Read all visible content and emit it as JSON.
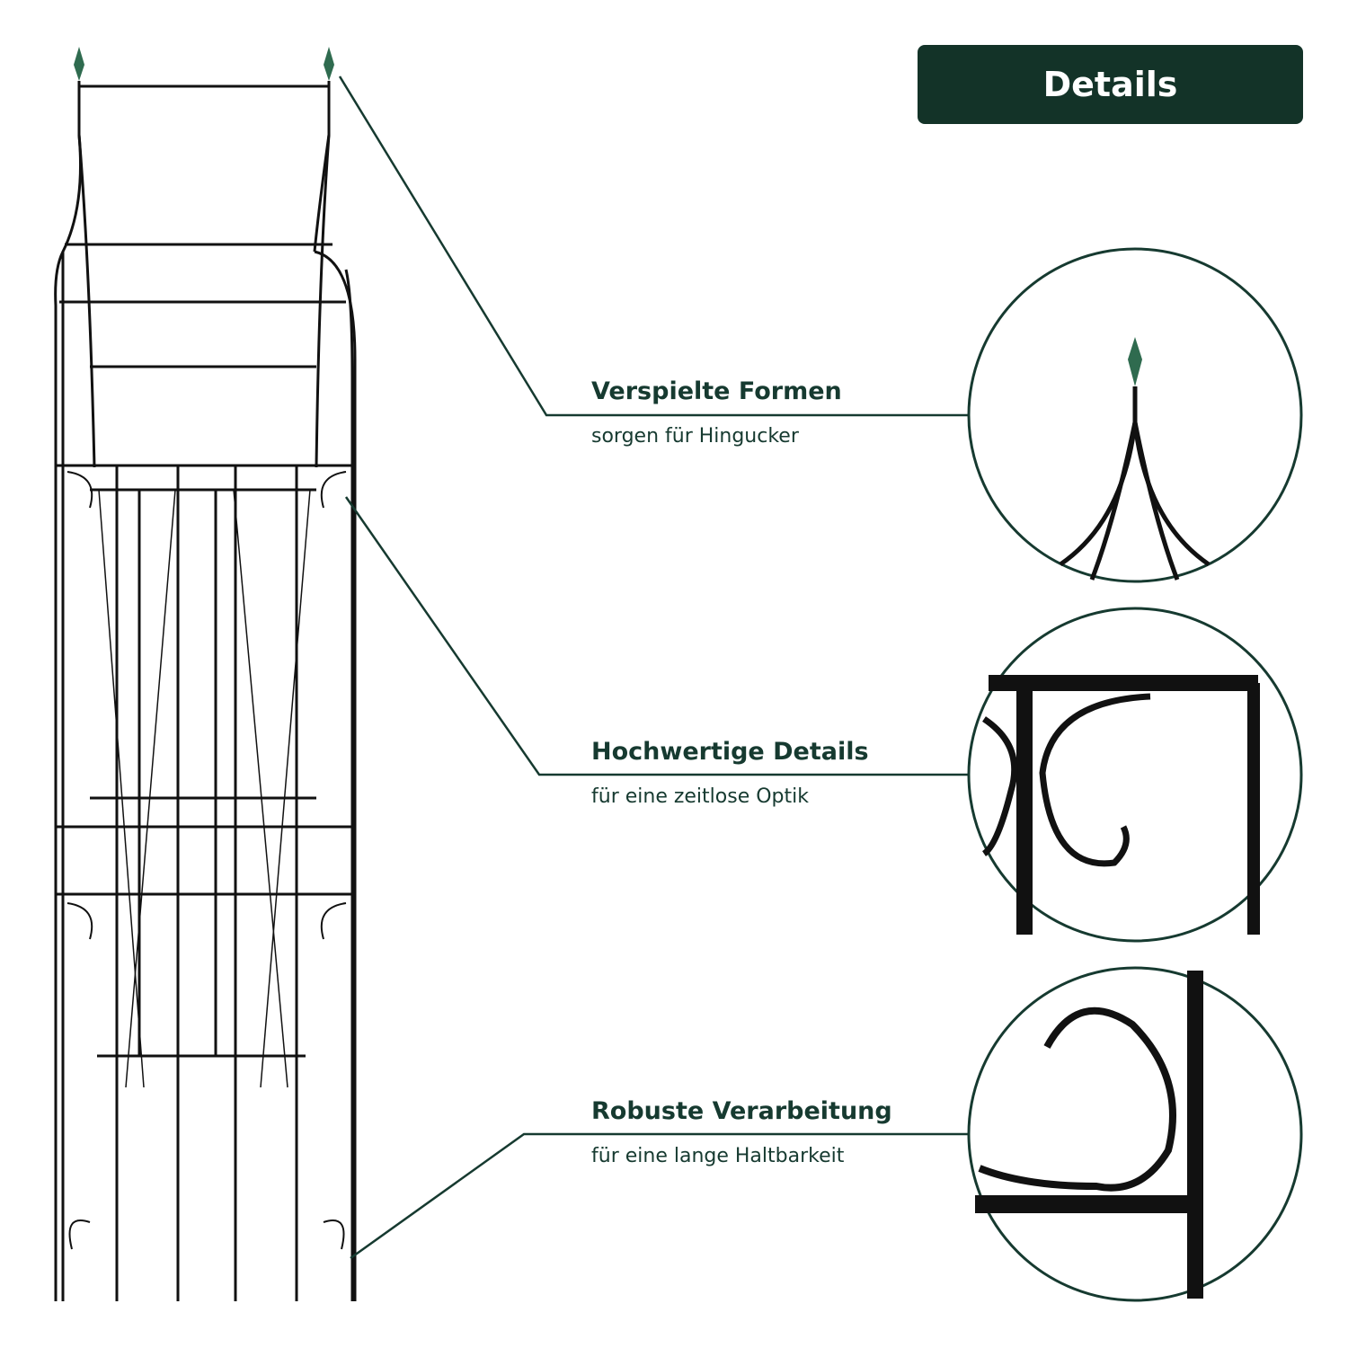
{
  "header": {
    "title": "Details"
  },
  "features": [
    {
      "title": "Verspielte Formen",
      "subtitle": "sorgen für Hingucker"
    },
    {
      "title": "Hochwertige Details",
      "subtitle": "für eine zeitlose Optik"
    },
    {
      "title": "Robuste Verarbeitung",
      "subtitle": "für eine lange Haltbarkeit"
    }
  ],
  "colors": {
    "accent": "#133328",
    "line": "#163a30",
    "metal": "#111111",
    "finial": "#2f6b4f"
  }
}
